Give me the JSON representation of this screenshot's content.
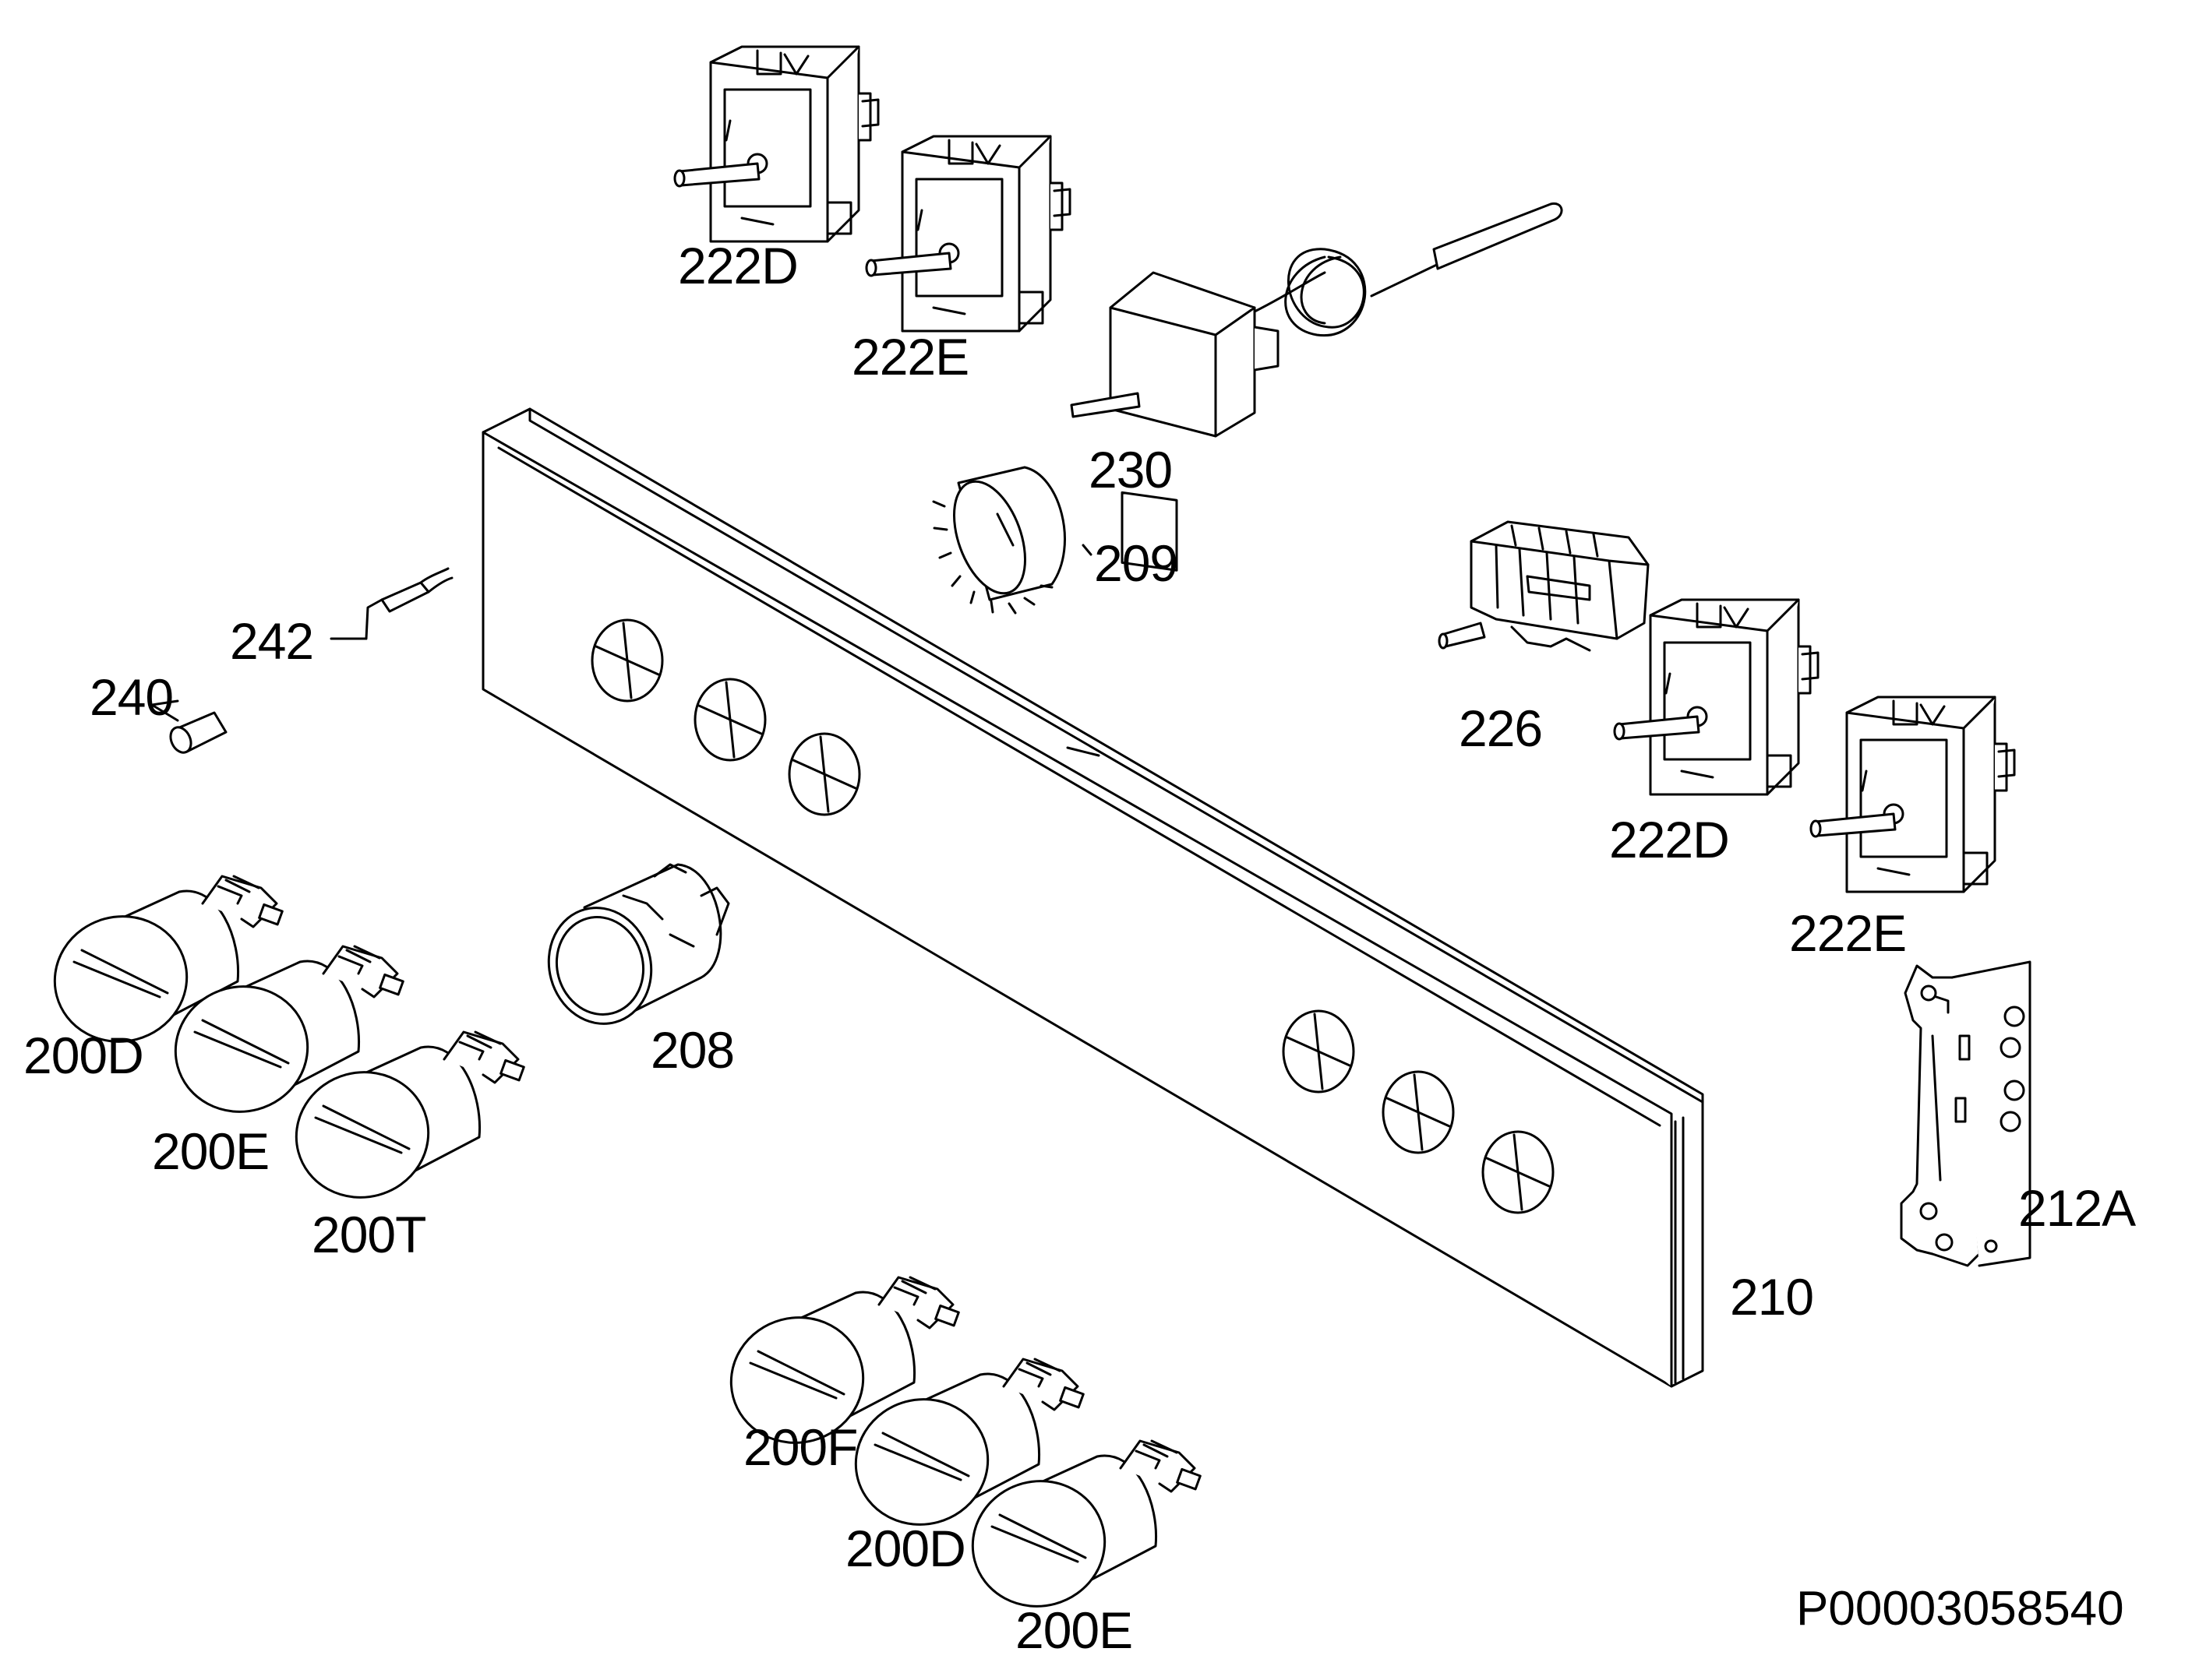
{
  "diagram": {
    "drawing_code": "P00003058540",
    "parts": [
      {
        "id": "p1",
        "label": "222D"
      },
      {
        "id": "p2",
        "label": "222E"
      },
      {
        "id": "p3",
        "label": "230"
      },
      {
        "id": "p4",
        "label": "209"
      },
      {
        "id": "p5",
        "label": "242"
      },
      {
        "id": "p6",
        "label": "240"
      },
      {
        "id": "p7",
        "label": "226"
      },
      {
        "id": "p8",
        "label": "222D"
      },
      {
        "id": "p9",
        "label": "222E"
      },
      {
        "id": "p10",
        "label": "212A"
      },
      {
        "id": "p11",
        "label": "200D"
      },
      {
        "id": "p12",
        "label": "200E"
      },
      {
        "id": "p13",
        "label": "200T"
      },
      {
        "id": "p14",
        "label": "208"
      },
      {
        "id": "p15",
        "label": "210"
      },
      {
        "id": "p16",
        "label": "200F"
      },
      {
        "id": "p17",
        "label": "200D"
      },
      {
        "id": "p18",
        "label": "200E"
      }
    ]
  },
  "colors": {
    "line": "#000000",
    "background": "#ffffff",
    "fill": "#ffffff"
  }
}
